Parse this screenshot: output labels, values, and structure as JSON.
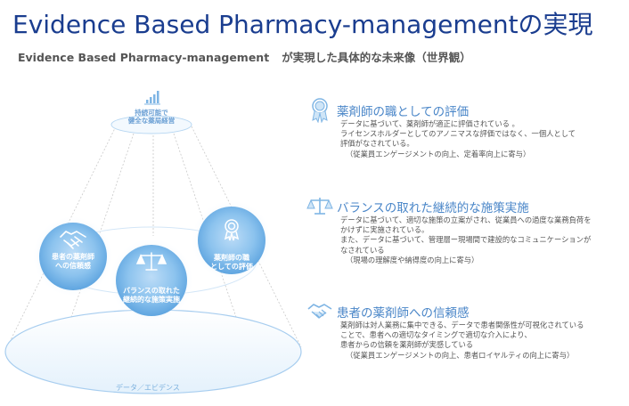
{
  "title": "Evidence Based Pharmacy-managementの実現",
  "subtitle": {
    "part1": "Evidence Based Pharmacy-management",
    "part2": "が実現した具体的な未来像（世界観）"
  },
  "diagram": {
    "top_label_line1": "持続可能で",
    "top_label_line2": "健全な薬局経営",
    "left_circle_line1": "患者の薬剤師",
    "left_circle_line2": "への信頼感",
    "center_circle_line1": "バランスの取れた",
    "center_circle_line2": "継続的な施策実施",
    "right_circle_line1": "薬剤師の職",
    "right_circle_line2": "としての評価",
    "base_label": "データ／エビデンス"
  },
  "items": [
    {
      "icon": "medal-icon",
      "heading": "薬剤師の職としての評価",
      "lines": [
        "データに基づいて、薬剤師が適正に評価されている 。",
        "ライセンスホルダーとしてのアノニマスな評価ではなく、一個人として",
        "評価がなされている。",
        "（従業員エンゲージメントの向上、定着率向上に寄与）"
      ]
    },
    {
      "icon": "scales-icon",
      "heading": "バランスの取れた継続的な施策実施",
      "lines": [
        "データに基づいて、適切な施策の立案がされ、従業員への過度な業務負荷を",
        "かけずに実施されている。",
        "また、データに基づいて、管理層ー現場間で建設的なコミュニケーションが",
        "なされている",
        "（現場の理解度や納得度の向上に寄与）"
      ]
    },
    {
      "icon": "handshake-icon",
      "heading": "患者の薬剤師への信頼感",
      "lines": [
        "薬剤師は対人業務に集中できる、データで患者関係性が可視化されている",
        "ことで、患者への適切なタイミングで適切な介入により、",
        "患者からの信頼を薬剤師が実感している",
        "（従業員エンゲージメントの向上、患者ロイヤルティの向上に寄与）"
      ]
    }
  ],
  "colors": {
    "title": "#1a3d8f",
    "heading": "#4a86c8",
    "circle": "#6fb0e6"
  }
}
